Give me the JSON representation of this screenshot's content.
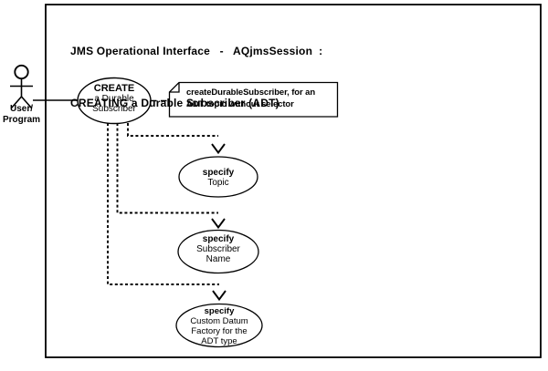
{
  "page": {
    "background_color": "#ffffff",
    "ink_color": "#000000"
  },
  "diagram": {
    "title": {
      "line1": "JMS Operational Interface   -   AQjmsSession  :",
      "line2": "CREATING a Durable Subscriber (ADT)"
    },
    "actor": {
      "icon": "stick-figure-actor",
      "label_line1": "User/",
      "label_line2": "Program"
    },
    "use_cases": {
      "create": {
        "line1": "CREATE",
        "line2": "a Durable",
        "line3": "Subscriber"
      },
      "topic": {
        "line1": "specify",
        "line2": "Topic"
      },
      "subscriber_name": {
        "line1": "specify",
        "line2": "Subscriber",
        "line3": "Name"
      },
      "custom_datum": {
        "line1": "specify",
        "line2": "Custom Datum",
        "line3": "Factory for the",
        "line4": "ADT type"
      }
    },
    "note": {
      "line1": "createDurableSubscriber, for an",
      "line2": "ADT topic without selector"
    }
  }
}
